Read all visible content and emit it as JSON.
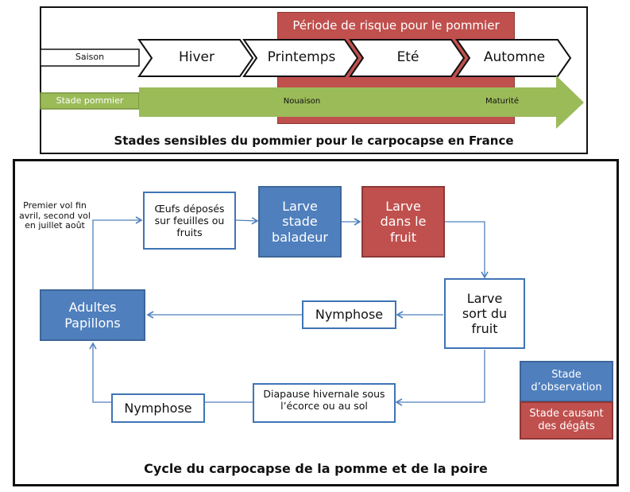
{
  "colors": {
    "blue_box": "#4f7fbd",
    "red_box": "#c0504d",
    "green_arrow": "#9bbb59",
    "connector": "#4f81bd"
  },
  "top_panel": {
    "title": "Stades sensibles du pommier pour le carpocapse en France",
    "risk_period_label": "Période de risque pour le pommier",
    "season_row_label": "Saison",
    "seasons": [
      "Hiver",
      "Printemps",
      "Eté",
      "Automne"
    ],
    "stage_row_label": "Stade pommier",
    "stages": [
      "Nouaison",
      "Maturité"
    ]
  },
  "bottom_panel": {
    "title": "Cycle du carpocapse de la pomme et de la poire",
    "flight_note": "Premier vol fin avril, second vol en juillet août",
    "nodes": {
      "eggs": "Œufs déposés sur feuilles ou fruits",
      "larva_wandering": "Larve stade baladeur",
      "larva_in_fruit": "Larve dans le fruit",
      "larva_exits": "Larve sort du fruit",
      "pupation_1": "Nymphose",
      "adults": "Adultes Papillons",
      "diapause": "Diapause hivernale sous l’écorce ou au sol",
      "pupation_2": "Nymphose"
    },
    "legend": {
      "observation": "Stade d’observation",
      "damage": "Stade causant des dégâts"
    }
  }
}
